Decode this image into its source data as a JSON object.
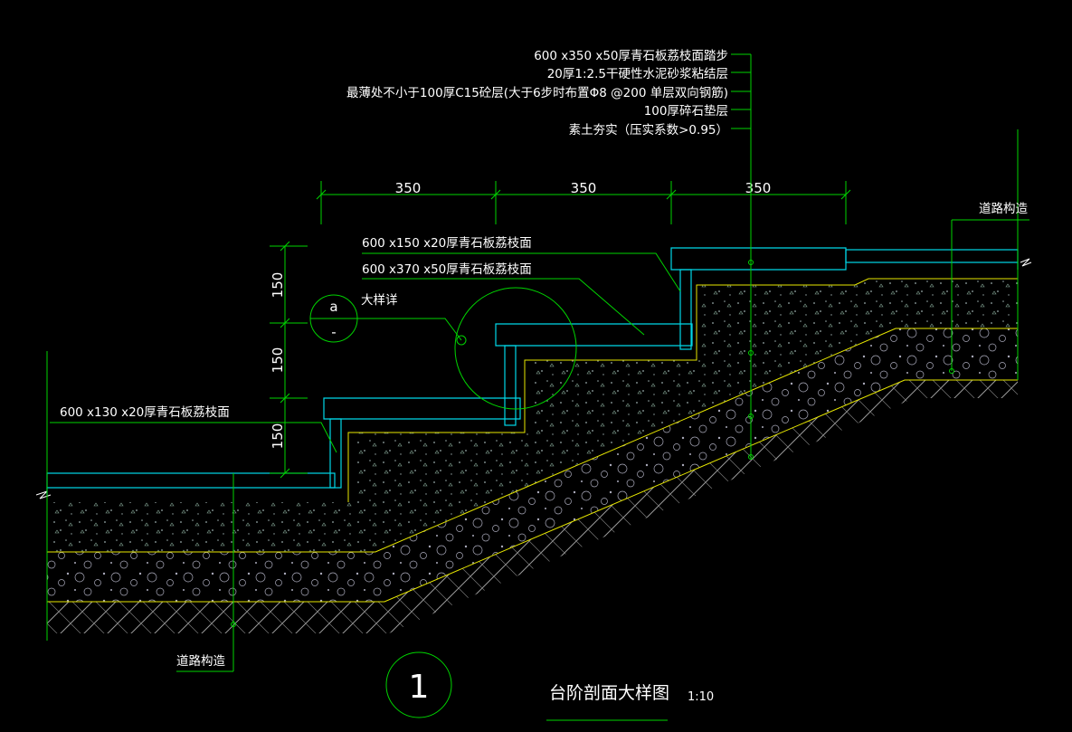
{
  "layer_notes": [
    "600 x350 x50厚青石板荔枝面踏步",
    "20厚1:2.5干硬性水泥砂浆粘结层",
    "最薄处不小于100厚C15砼层(大于6步时布置Φ8 @200 单层双向钢筋)",
    "100厚碎石垫层",
    "素土夯实（压实系数>0.95）"
  ],
  "dimensions": {
    "tread": [
      "350",
      "350",
      "350"
    ],
    "riser": [
      "150",
      "150",
      "150"
    ]
  },
  "labels": {
    "top_cover": "600 x150 x20厚青石板荔枝面",
    "tread_slab": "600 x370 x50厚青石板荔枝面",
    "bottom_cover": "600 x130 x20厚青石板荔枝面",
    "detail_callout": "大样详",
    "detail_letter": "a",
    "detail_dash": "-",
    "road_right": "道路构造",
    "road_left": "道路构造"
  },
  "title": {
    "number": "1",
    "text": "台阶剖面大样图",
    "scale": "1:10"
  },
  "colors": {
    "background": "#000000",
    "leader": "#00d400",
    "stone": "#00d8e8",
    "layer_line": "#e8e800",
    "text": "#ffffff"
  }
}
